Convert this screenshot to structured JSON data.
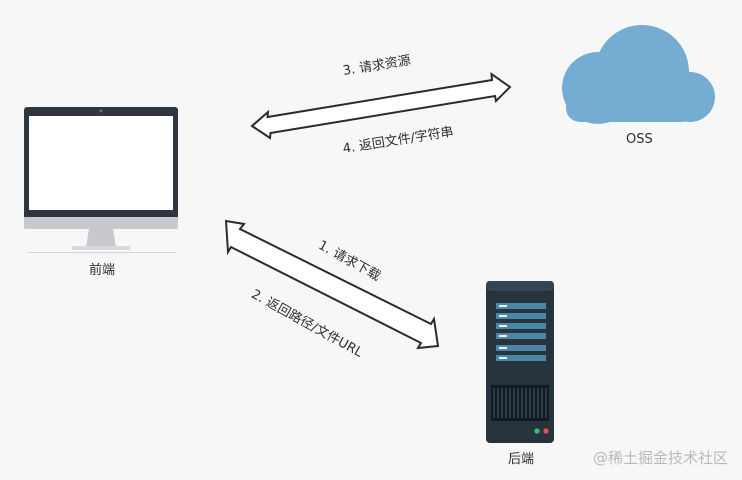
{
  "nodes": {
    "frontend": {
      "label": "前端"
    },
    "oss": {
      "label": "OSS"
    },
    "backend": {
      "label": "后端"
    }
  },
  "edges": {
    "frontend_oss": {
      "request": "3. 请求资源",
      "response": "4. 返回文件/字符串"
    },
    "frontend_backend": {
      "request": "1. 请求下载",
      "response": "2. 返回路径/文件URL"
    }
  },
  "watermark": "@稀土掘金技术社区",
  "colors": {
    "background": "#f7f7f7",
    "cloud": "#74acd2",
    "monitor_frame": "#2f3640",
    "monitor_screen": "#ffffff",
    "monitor_chin": "#c7c9cc",
    "server_body": "#27333d",
    "server_panel": "#4a87a8",
    "arrow_stroke": "#2b2b2b",
    "arrow_fill": "#ffffff"
  }
}
